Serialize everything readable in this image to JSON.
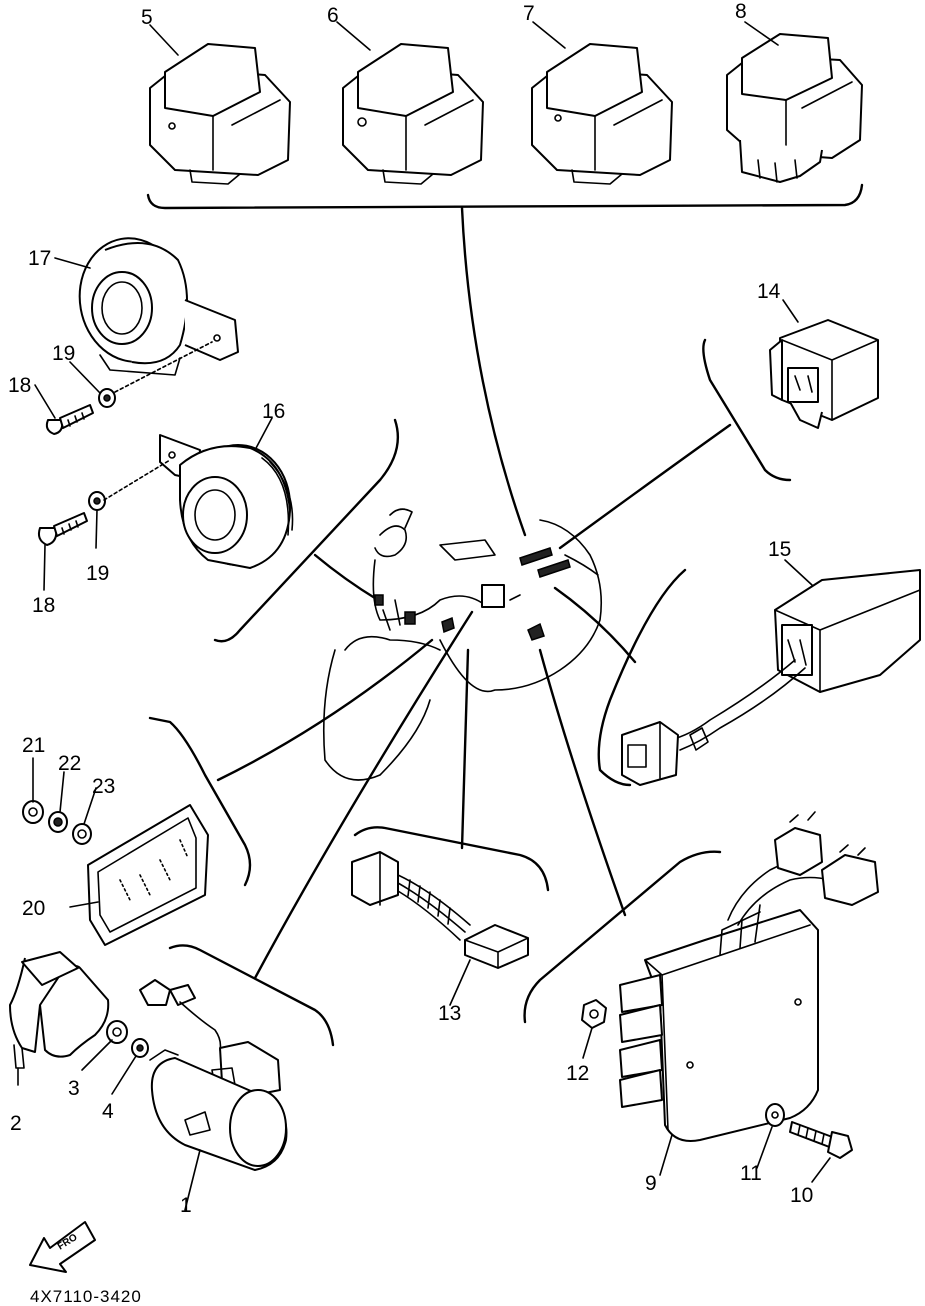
{
  "diagram": {
    "part_numbers": [
      "1",
      "2",
      "3",
      "4",
      "5",
      "6",
      "7",
      "8",
      "9",
      "10",
      "11",
      "12",
      "13",
      "14",
      "15",
      "16",
      "17",
      "18",
      "18",
      "19",
      "19",
      "20",
      "21",
      "22",
      "23"
    ],
    "front_arrow_text": "FRO",
    "drawing_code": "4X7110-3420"
  }
}
